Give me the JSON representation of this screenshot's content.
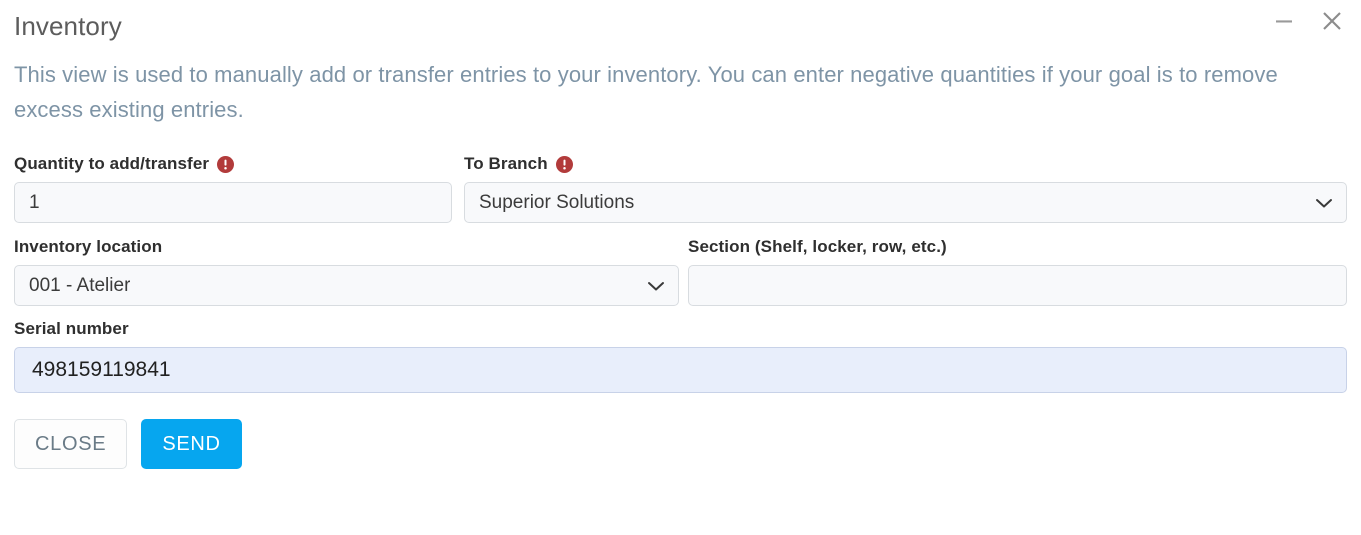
{
  "dialog": {
    "title": "Inventory",
    "description": "This view is used to manually add or transfer entries to your inventory. You can enter negative quantities if your goal is to remove excess existing entries.",
    "window_controls": {
      "minimize": "minimize-icon",
      "close": "close-icon"
    }
  },
  "form": {
    "quantity": {
      "label": "Quantity to add/transfer",
      "required": true,
      "required_icon": "exclamation-circle-icon",
      "value": "1",
      "placeholder": ""
    },
    "to_branch": {
      "label": "To Branch",
      "required": true,
      "required_icon": "exclamation-circle-icon",
      "value": "Superior Solutions",
      "chevron": "chevron-down-icon"
    },
    "inventory_location": {
      "label": "Inventory location",
      "required": false,
      "value": "001 - Atelier",
      "chevron": "chevron-down-icon"
    },
    "section": {
      "label": "Section (Shelf, locker, row, etc.)",
      "required": false,
      "value": "",
      "placeholder": ""
    },
    "serial_number": {
      "label": "Serial number",
      "required": false,
      "value": "498159119841",
      "placeholder": ""
    }
  },
  "actions": {
    "close_label": "CLOSE",
    "send_label": "SEND"
  },
  "colors": {
    "accent": "#06a6ef",
    "required": "#b23b3b",
    "title": "#5c5c5c",
    "description": "#7e94a6",
    "label": "#2f2f2f",
    "field_bg": "#f8f9fb",
    "field_border": "#d8dce0",
    "serial_bg": "#e8eefb",
    "close_text": "#6a7b87"
  }
}
